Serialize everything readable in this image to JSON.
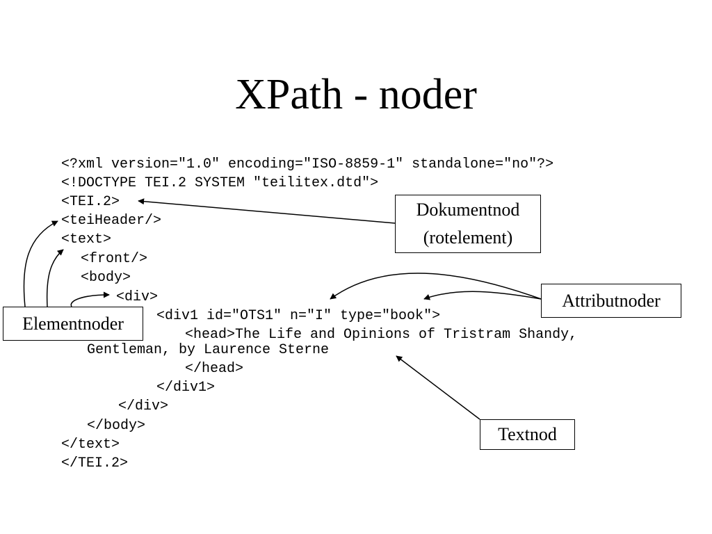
{
  "title": "XPath - noder",
  "code_lines": [
    "<?xml version=\"1.0\" encoding=\"ISO-8859-1\" standalone=\"no\"?>",
    "<!DOCTYPE TEI.2 SYSTEM \"teilitex.dtd\">",
    "<TEI.2>",
    "<teiHeader/>",
    "<text>",
    "<front/>",
    "<body>",
    "<div>",
    "<div1 id=\"OTS1\" n=\"I\" type=\"book\">",
    "<head>The Life and Opinions of Tristram Shandy,",
    "Gentleman, by Laurence Sterne",
    "</head>",
    "</div1>",
    "</div>",
    "</body>",
    "</text>",
    "</TEI.2>"
  ],
  "labels": {
    "dokumentnod": [
      "Dokumentnod",
      "(rotelement)"
    ],
    "attributnoder": "Attributnoder",
    "elementnoder": "Elementnoder",
    "textnod": "Textnod"
  }
}
